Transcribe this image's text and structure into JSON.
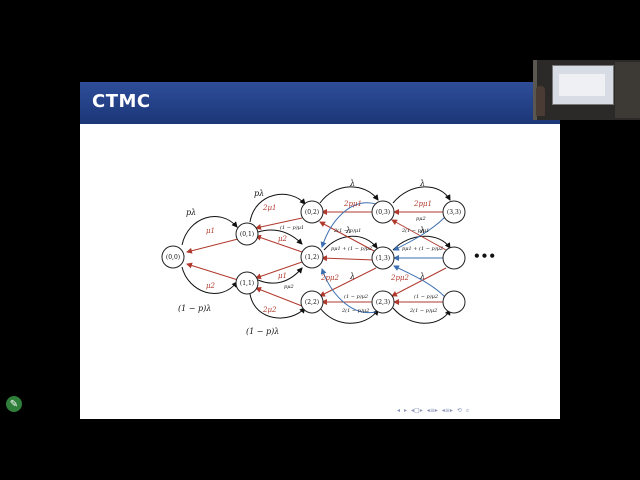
{
  "slide": {
    "title": "CTMC",
    "states": [
      "(0,0)",
      "(0,1)",
      "(1,1)",
      "(0,2)",
      "(1,2)",
      "(2,2)",
      "(0,3)",
      "(1,3)",
      "(2,3)",
      "(3,3)"
    ],
    "arrivals": {
      "p_lambda": "pλ",
      "one_minus_p_lambda": "(1 − p)λ",
      "lambda": "λ"
    },
    "services": {
      "mu1": "μ1",
      "mu2": "μ2",
      "two_mu1": "2μ1",
      "two_mu2": "2μ2",
      "two_p_mu1": "2pμ1",
      "one_minus_p_mu1": "(1 − p)μ1",
      "two_one_minus_p_mu1": "2(1 − p)μ1",
      "p_mu2": "pμ2",
      "two_p_mu2": "2pμ2",
      "mixed": "pμ1 + (1 − p)μ2",
      "one_minus_p_mu2": "(1 − p)μ2",
      "two_one_minus_p_mu2": "2(1 − p)μ2"
    },
    "ellipsis": "•••"
  },
  "colors": {
    "titlebar": "#223f86",
    "arrival_arrow": "#111111",
    "service_arrow": "#b03a2e",
    "cross_arrow": "#3c6fb0",
    "circle_stroke": "#222222"
  },
  "navigation": {
    "icons": [
      "nav-prev-icon",
      "nav-next-icon",
      "nav-frame-icon",
      "nav-section-icon",
      "nav-subsection-icon",
      "nav-search-icon",
      "nav-zoom-icon"
    ]
  },
  "overlay": {
    "edit_icon": "✎"
  }
}
